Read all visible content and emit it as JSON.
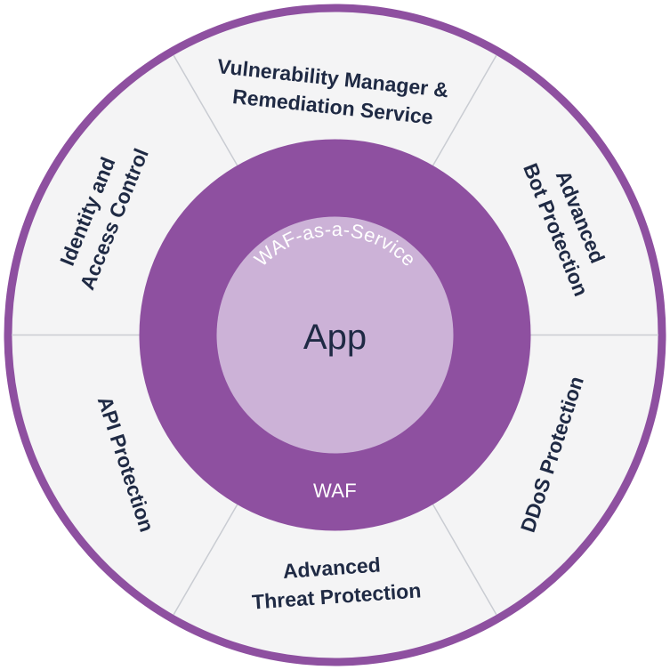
{
  "colors": {
    "outer_ring": "#8e50a0",
    "segment_fill": "#f4f4f5",
    "divider": "#c9ccd2",
    "middle_ring": "#8e50a0",
    "core": "#ccb2d7",
    "segment_text": "#1f2a44",
    "ring_text": "#ffffff",
    "core_text": "#1f2a44"
  },
  "core": {
    "label": "App"
  },
  "ring": {
    "top_label": "WAF-as-a-Service",
    "bottom_label": "WAF"
  },
  "segments": [
    {
      "id": "vulnerability",
      "lines": [
        "Vulnerability Manager &",
        "Remediation Service"
      ]
    },
    {
      "id": "bot",
      "lines": [
        "Advanced",
        "Bot Protection"
      ]
    },
    {
      "id": "ddos",
      "lines": [
        "DDoS Protection"
      ]
    },
    {
      "id": "threat",
      "lines": [
        "Advanced",
        "Threat Protection"
      ]
    },
    {
      "id": "api",
      "lines": [
        "API Protection"
      ]
    },
    {
      "id": "identity",
      "lines": [
        "Identity and",
        "Access Control"
      ]
    }
  ]
}
